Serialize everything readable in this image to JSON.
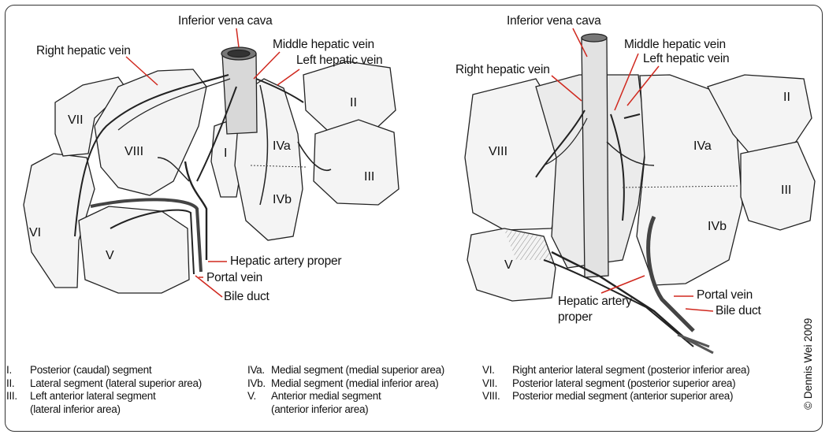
{
  "left_figure": {
    "labels": {
      "ivc": "Inferior vena cava",
      "right_hepatic": "Right hepatic vein",
      "middle_hepatic": "Middle hepatic vein",
      "left_hepatic": "Left hepatic vein",
      "hepatic_artery": "Hepatic artery proper",
      "portal_vein": "Portal vein",
      "bile_duct": "Bile duct"
    },
    "segments": {
      "I": "I",
      "II": "II",
      "III": "III",
      "IVa": "IVa",
      "IVb": "IVb",
      "V": "V",
      "VI": "VI",
      "VII": "VII",
      "VIII": "VIII"
    }
  },
  "right_figure": {
    "labels": {
      "ivc": "Inferior vena cava",
      "middle_hepatic": "Middle hepatic vein",
      "left_hepatic": "Left hepatic vein",
      "right_hepatic": "Right hepatic vein",
      "hepatic_artery_1": "Hepatic artery",
      "hepatic_artery_2": "proper",
      "portal_vein": "Portal vein",
      "bile_duct": "Bile duct"
    },
    "segments": {
      "II": "II",
      "III": "III",
      "IVa": "IVa",
      "IVb": "IVb",
      "V": "V",
      "VIII": "VIII"
    }
  },
  "legend": {
    "col1": [
      {
        "num": "I.",
        "text": "Posterior (caudal) segment"
      },
      {
        "num": "II.",
        "text": "Lateral segment (lateral superior area)"
      },
      {
        "num": "III.",
        "text": "Left anterior lateral segment"
      },
      {
        "num": "",
        "text": "(lateral inferior area)"
      }
    ],
    "col2": [
      {
        "num": "IVa.",
        "text": "Medial segment (medial superior area)"
      },
      {
        "num": "IVb.",
        "text": "Medial segment (medial inferior area)"
      },
      {
        "num": "V.",
        "text": "Anterior medial segment"
      },
      {
        "num": "",
        "text": "(anterior inferior area)"
      }
    ],
    "col3": [
      {
        "num": "VI.",
        "text": "Right anterior lateral segment (posterior inferior area)"
      },
      {
        "num": "VII.",
        "text": "Posterior lateral segment (posterior superior area)"
      },
      {
        "num": "VIII.",
        "text": "Posterior medial segment (anterior superior area)"
      }
    ]
  },
  "copyright": "© Dennis Wei 2009",
  "colors": {
    "leader": "#d0281e",
    "outline": "#222222",
    "fill": "#f4f4f4",
    "shade": "#9a9a9a"
  }
}
